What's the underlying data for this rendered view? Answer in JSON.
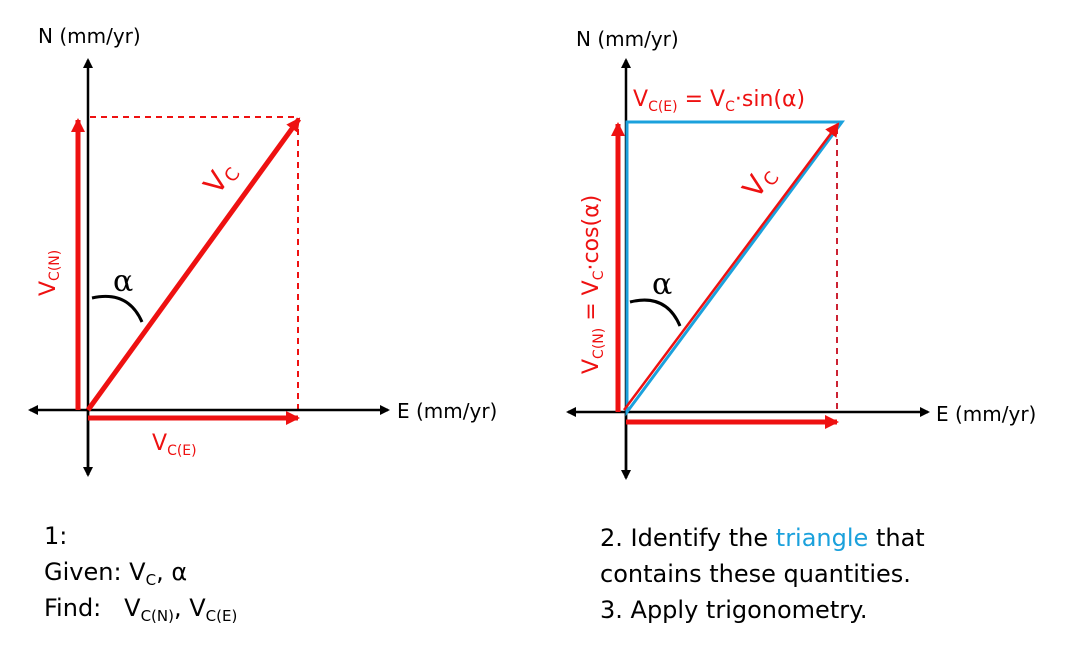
{
  "colors": {
    "axis": "#000000",
    "vector": "#ee1111",
    "triangle": "#1ba1dc",
    "dashed": "#ee1111"
  },
  "left_panel": {
    "n_axis_label": "N (mm/yr)",
    "e_axis_label": "E (mm/yr)",
    "vc_label": {
      "main": "V",
      "sub": "C"
    },
    "vcn_label": {
      "main": "V",
      "sub": "C(N)"
    },
    "vce_label": {
      "main": "V",
      "sub": "C(E)"
    },
    "angle_label": "α"
  },
  "right_panel": {
    "n_axis_label": "N (mm/yr)",
    "e_axis_label": "E (mm/yr)",
    "vc_label": {
      "main": "V",
      "sub": "C"
    },
    "vce_formula": {
      "lhs_main": "V",
      "lhs_sub": "C(E)",
      "eq": " = ",
      "rhs_main": "V",
      "rhs_sub": "C",
      "rhs_rest": "·sin(α)"
    },
    "vcn_formula": {
      "lhs_main": "V",
      "lhs_sub": "C(N)",
      "eq": " = ",
      "rhs_main": "V",
      "rhs_sub": "C",
      "rhs_rest": "·cos(α)"
    },
    "angle_label": "α"
  },
  "step1": {
    "title": "1:",
    "given_label": "Given: ",
    "given_v": "V",
    "given_v_sub": "C",
    "given_rest": ", α",
    "find_label": "Find:   ",
    "find_v1": "V",
    "find_v1_sub": "C(N)",
    "find_sep": ", ",
    "find_v2": "V",
    "find_v2_sub": "C(E)"
  },
  "steps23": {
    "step2_prefix": "2. Identify the ",
    "step2_highlight": "triangle",
    "step2_suffix": " that",
    "step2_line2": "contains these quantities.",
    "step3": "3. Apply trigonometry."
  }
}
